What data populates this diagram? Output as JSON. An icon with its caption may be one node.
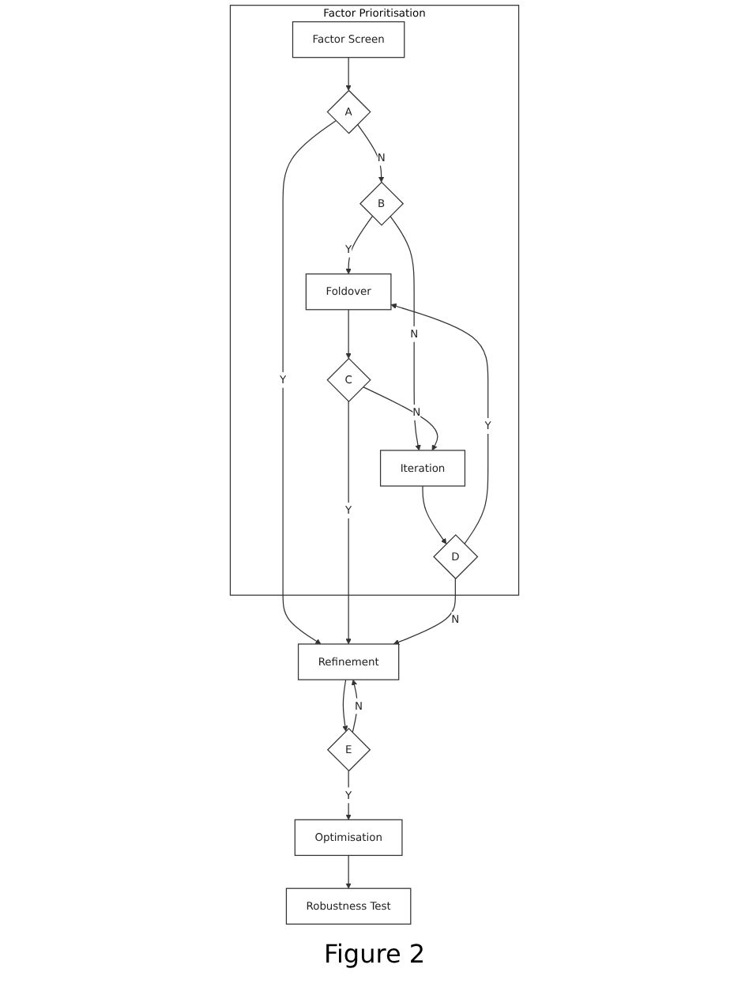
{
  "diagram": {
    "caption": "Figure 2",
    "nodes": [
      {
        "text": [
          "Factor Prioritisation"
        ]
      },
      {
        "text": [
          "Factor Screen"
        ],
        "in": 0
      },
      {
        "text": [
          "A"
        ],
        "in": 0
      },
      {
        "text": [
          "B"
        ],
        "in": 0
      },
      {
        "text": [
          "Foldover"
        ],
        "in": 0
      },
      {
        "text": [
          "Iteration"
        ],
        "in": 0
      },
      {
        "text": [
          "C"
        ],
        "in": 0
      },
      {
        "text": [
          "D"
        ],
        "in": 0
      },
      {
        "text": [
          "Refinement"
        ]
      },
      {
        "text": [
          "E"
        ]
      },
      {
        "text": [
          "Optimisation"
        ]
      },
      {
        "text": [
          "Robustness Test"
        ]
      }
    ],
    "edges": [
      {
        "from": 1,
        "to": 2,
        "arrow": "to"
      },
      {
        "from": 2,
        "to": 3,
        "arrow": "to",
        "label": "N"
      },
      {
        "from": 2,
        "to": 8,
        "arrow": "to",
        "label": "Y"
      },
      {
        "from": 3,
        "to": 4,
        "arrow": "to",
        "label": "Y"
      },
      {
        "from": 3,
        "to": 5,
        "arrow": "to",
        "label": "N"
      },
      {
        "from": 4,
        "to": 6,
        "arrow": "to"
      },
      {
        "from": 5,
        "to": 7,
        "arrow": "to"
      },
      {
        "from": 6,
        "to": 5,
        "arrow": "to",
        "label": "N"
      },
      {
        "from": 6,
        "to": 8,
        "arrow": "to",
        "label": "Y"
      },
      {
        "from": 7,
        "to": 4,
        "arrow": "to",
        "label": "Y"
      },
      {
        "from": 7,
        "to": 8,
        "arrow": "to",
        "label": "N"
      },
      {
        "from": 8,
        "to": 9,
        "arrow": "to"
      },
      {
        "from": 9,
        "to": 8,
        "arrow": "to",
        "label": "N"
      },
      {
        "from": 9,
        "to": 10,
        "arrow": "to",
        "label": "Y"
      },
      {
        "from": 10,
        "to": 11,
        "arrow": "to"
      }
    ]
  }
}
